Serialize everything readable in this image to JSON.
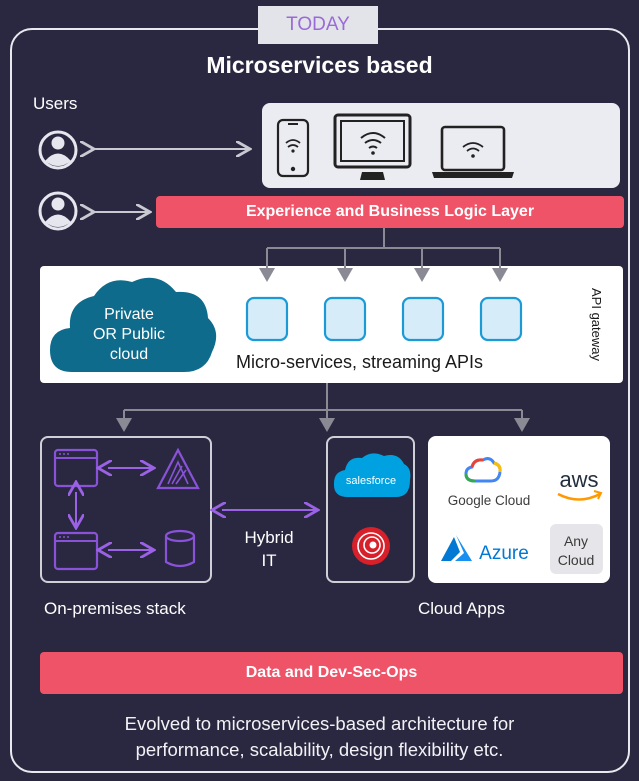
{
  "tab": {
    "label": "TODAY"
  },
  "title": "Microservices based",
  "users": {
    "label": "Users"
  },
  "layers": {
    "experience": "Experience and Business Logic Layer",
    "data": "Data and Dev-Sec-Ops"
  },
  "cloud": {
    "line1": "Private",
    "line2": "OR Public",
    "line3": "cloud"
  },
  "microservices_label": "Micro-services, streaming APIs",
  "api_gateway_label": "API gateway",
  "hybrid": {
    "line1": "Hybrid",
    "line2": "IT"
  },
  "onprem_label": "On-premises stack",
  "cloud_apps_label": "Cloud Apps",
  "cloud_apps": {
    "salesforce": "salesforce",
    "google_cloud": "Google Cloud",
    "aws": "aws",
    "azure": "Azure",
    "any_cloud_line1": "Any",
    "any_cloud_line2": "Cloud"
  },
  "footer": {
    "line1": "Evolved to microservices-based architecture for",
    "line2": "performance, scalability, design flexibility etc."
  },
  "colors": {
    "background": "#2a2840",
    "accent_red": "#ef5368",
    "purple": "#8a52d9",
    "cloud_teal": "#0e6b8c",
    "micro_box": "#d6ecf8"
  }
}
